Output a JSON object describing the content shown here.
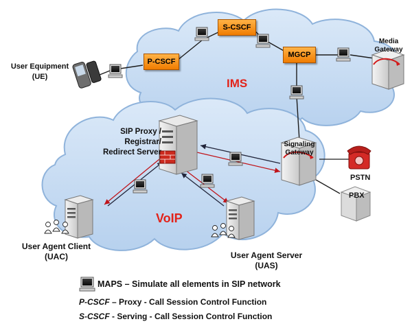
{
  "clouds": {
    "ims": {
      "title": "IMS"
    },
    "voip": {
      "title": "VoIP"
    }
  },
  "nodes": {
    "scscf": "S-CSCF",
    "pcscf": "P-CSCF",
    "mgcp": "MGCP",
    "media_gateway": [
      "Media",
      "Gateway"
    ],
    "user_equipment": [
      "User Equipment",
      "(UE)"
    ],
    "sip_proxy": [
      "SIP Proxy /",
      "Registrar/",
      "Redirect Server"
    ],
    "signaling_gateway": [
      "Signaling",
      "Gateway"
    ],
    "pstn": "PSTN",
    "pbx": "PBX",
    "uac": [
      "User Agent Client",
      "(UAC)"
    ],
    "uas": [
      "User Agent Server",
      "(UAS)"
    ]
  },
  "legend": {
    "maps_name": "MAPS",
    "maps_desc": " – Simulate all elements in SIP network",
    "pcscf_abbr": "P-CSCF",
    "pcscf_desc": " – Proxy - Call Session Control Function",
    "scscf_abbr": "S-CSCF",
    "scscf_desc": " -  Serving - Call Session Control Function"
  },
  "colors": {
    "cloud_fill": "#c6dcf3",
    "cloud_stroke": "#8fb3db",
    "node_orange": "#f59a23",
    "title_red": "#e2231a",
    "arrow_red": "#c0141a",
    "arrow_dark": "#22253a"
  }
}
